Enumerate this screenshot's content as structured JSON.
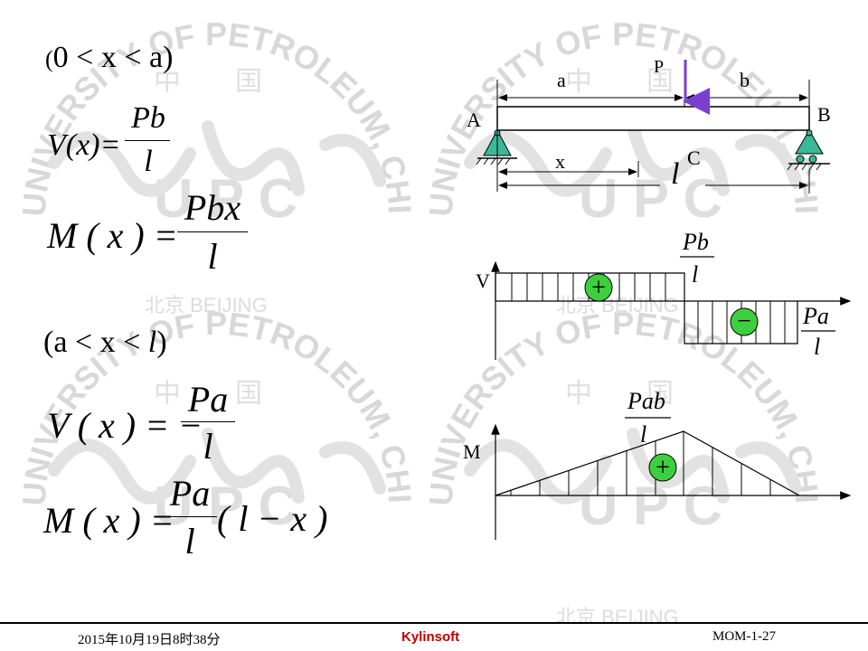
{
  "watermark": {
    "arc_text": "UNIVERSITY OF PETROLEUM, CHINA",
    "center_text": "U P C",
    "city_text": "北京 BEIJING",
    "chinese_chars": [
      "中",
      "国"
    ]
  },
  "left": {
    "case1": {
      "open": "(",
      "text": "0 < x < a)"
    },
    "eq1": {
      "lhs": "V(x)=",
      "num": "Pb",
      "den": "l"
    },
    "eq2": {
      "lhs": "M ( x ) =",
      "num": "Pbx",
      "den": "l"
    },
    "case2": {
      "text1": "(a < x < ",
      "ital": "l",
      "text2": ")"
    },
    "eq3": {
      "lhs": "V ( x ) = −",
      "num": "Pa",
      "den": "l"
    },
    "eq4": {
      "lhs": "M ( x ) =",
      "num": "Pa",
      "den": "l",
      "rhs": "( l − x )"
    }
  },
  "beam": {
    "force": "P",
    "span_a": "a",
    "span_b": "b",
    "support_a": "A",
    "support_b": "B",
    "point_c": "C",
    "dim_x": "x",
    "length": "l",
    "force_color": "#7b3fd0"
  },
  "shear": {
    "axis_label": "V",
    "pos_num": "Pb",
    "pos_den": "l",
    "neg_num": "Pa",
    "neg_den": "l",
    "plus_sign": "+",
    "minus_sign": "−"
  },
  "moment": {
    "axis_label": "M",
    "max_num": "Pab",
    "max_den": "l",
    "plus_sign": "+"
  },
  "colors": {
    "sign_fill": "#3ecf3e",
    "support_fill": "#3bb89a",
    "watermark": "#dcdcdc"
  },
  "footer": {
    "date": "2015年10月19日8时38分",
    "brand": "Kylinsoft",
    "page": "MOM-1-27"
  }
}
